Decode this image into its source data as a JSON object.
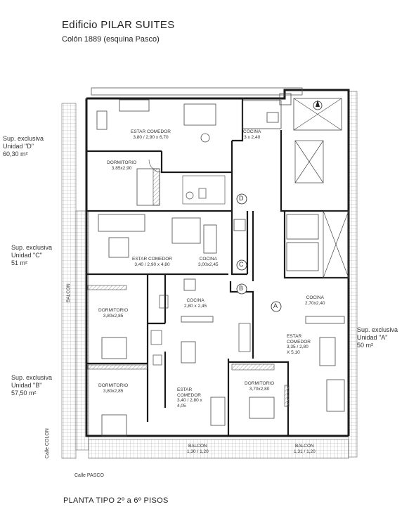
{
  "header": {
    "title": "Edificio PILAR SUITES",
    "address": "Colón 1889 (esquina Pasco)"
  },
  "footer": {
    "plan_label": "PLANTA TIPO  2º a 6º PISOS"
  },
  "streets": {
    "south": "Calle PASCO",
    "west": "Calle COLON"
  },
  "units": {
    "A": {
      "area_label": "Sup. exclusiva",
      "unit_label": "Unidad \"A\"",
      "area": "50 m²"
    },
    "B": {
      "area_label": "Sup. exclusiva",
      "unit_label": "Unidad \"B\"",
      "area": "57,50 m²"
    },
    "C": {
      "area_label": "Sup. exclusiva",
      "unit_label": "Unidad \"C\"",
      "area": "51 m²"
    },
    "D": {
      "area_label": "Sup. exclusiva",
      "unit_label": "Unidad \"D\"",
      "area": "60,30 m²"
    }
  },
  "markers": {
    "a": "A",
    "b": "B",
    "c": "C",
    "d": "D"
  },
  "rooms": {
    "d_estar": {
      "name": "ESTAR COMEDOR",
      "dims": "3,80 / 2,90 x 6,70"
    },
    "d_cocina": {
      "name": "COCINA",
      "dims": "3 x 2,40"
    },
    "d_dormitorio": {
      "name": "DORMITORIO",
      "dims": "3,85x2,90"
    },
    "c_estar": {
      "name": "ESTAR COMEDOR",
      "dims": "3,40 / 2,90 x 4,80"
    },
    "c_cocina": {
      "name": "COCINA",
      "dims": "3,00x2,45"
    },
    "b_cocina": {
      "name": "COCINA",
      "dims": "2,80 x 2,45"
    },
    "b_dorm1": {
      "name": "DORMITORIO",
      "dims": "3,80x2,85"
    },
    "b_dorm2": {
      "name": "DORMITORIO",
      "dims": "3,80x2,85"
    },
    "b_estar": {
      "name": "ESTAR",
      "name2": "COMEDOR",
      "dims": "3,40 / 2,80 x",
      "dims2": "4,05"
    },
    "a_cocina": {
      "name": "COCINA",
      "dims": "2,70x2,40"
    },
    "a_estar": {
      "name": "ESTAR",
      "name2": "COMEDOR",
      "dims": "3,35 / 2,80",
      "dims2": "X 5,10"
    },
    "a_dormitorio": {
      "name": "DORMITORIO",
      "dims": "3,70x2,80"
    },
    "balcon_b": {
      "name": "BALCON",
      "dims": "1,30 / 1,20"
    },
    "balcon_a": {
      "name": "BALCON",
      "dims": "1,31 / 1,20"
    },
    "balcon_left": {
      "name": "BALCON"
    }
  },
  "colors": {
    "wall": "#1a1a1a",
    "line": "#555555",
    "hatch": "#8a8a8a"
  }
}
